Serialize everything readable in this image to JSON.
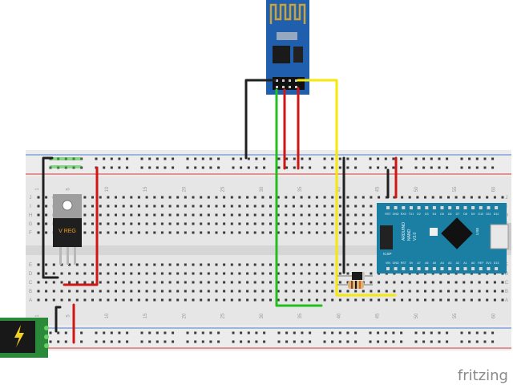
{
  "brand": {
    "watermark": "fritzing"
  },
  "breadboard": {
    "column_numbers": [
      "1",
      "5",
      "10",
      "15",
      "20",
      "25",
      "30",
      "35",
      "40",
      "45",
      "50",
      "55",
      "60"
    ],
    "row_letters_top": [
      "J",
      "I",
      "H",
      "G",
      "F"
    ],
    "row_letters_bottom": [
      "E",
      "D",
      "C",
      "B",
      "A"
    ]
  },
  "regulator": {
    "marking": "V REG"
  },
  "arduino": {
    "name": "ARDUINO",
    "model": "NANO",
    "version": "V3.0",
    "top_pins": [
      "RST",
      "GND",
      "RX0",
      "TX1",
      "D2",
      "D3",
      "D4",
      "D5",
      "D6",
      "D7",
      "D8",
      "D9",
      "D10",
      "D11",
      "D12"
    ],
    "bottom_pins": [
      "VIN",
      "GND",
      "RST",
      "5V",
      "A7",
      "A6",
      "A5",
      "A4",
      "A3",
      "A2",
      "A1",
      "A0",
      "REF",
      "3V3",
      "D13"
    ],
    "board_label": "ICSP",
    "usb_label": "USB"
  },
  "colors": {
    "wire_red": "#d01515",
    "wire_black": "#202020",
    "wire_green": "#22c01e",
    "wire_yellow": "#f5e80a",
    "module_blue": "#1f5fae",
    "nano_teal": "#1b7fa3",
    "board_grey": "#e6e6e6"
  }
}
